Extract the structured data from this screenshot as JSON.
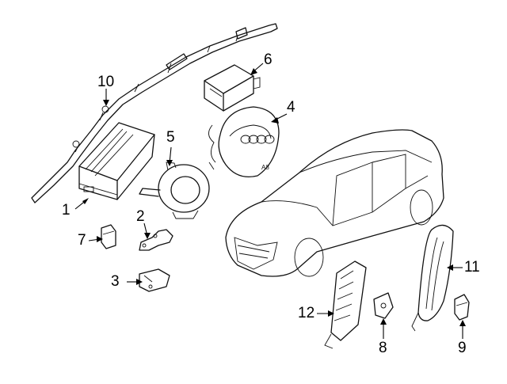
{
  "diagram": {
    "callouts": [
      "1",
      "2",
      "3",
      "4",
      "5",
      "6",
      "7",
      "8",
      "9",
      "10",
      "11",
      "12"
    ],
    "emblem_text": "A8"
  }
}
